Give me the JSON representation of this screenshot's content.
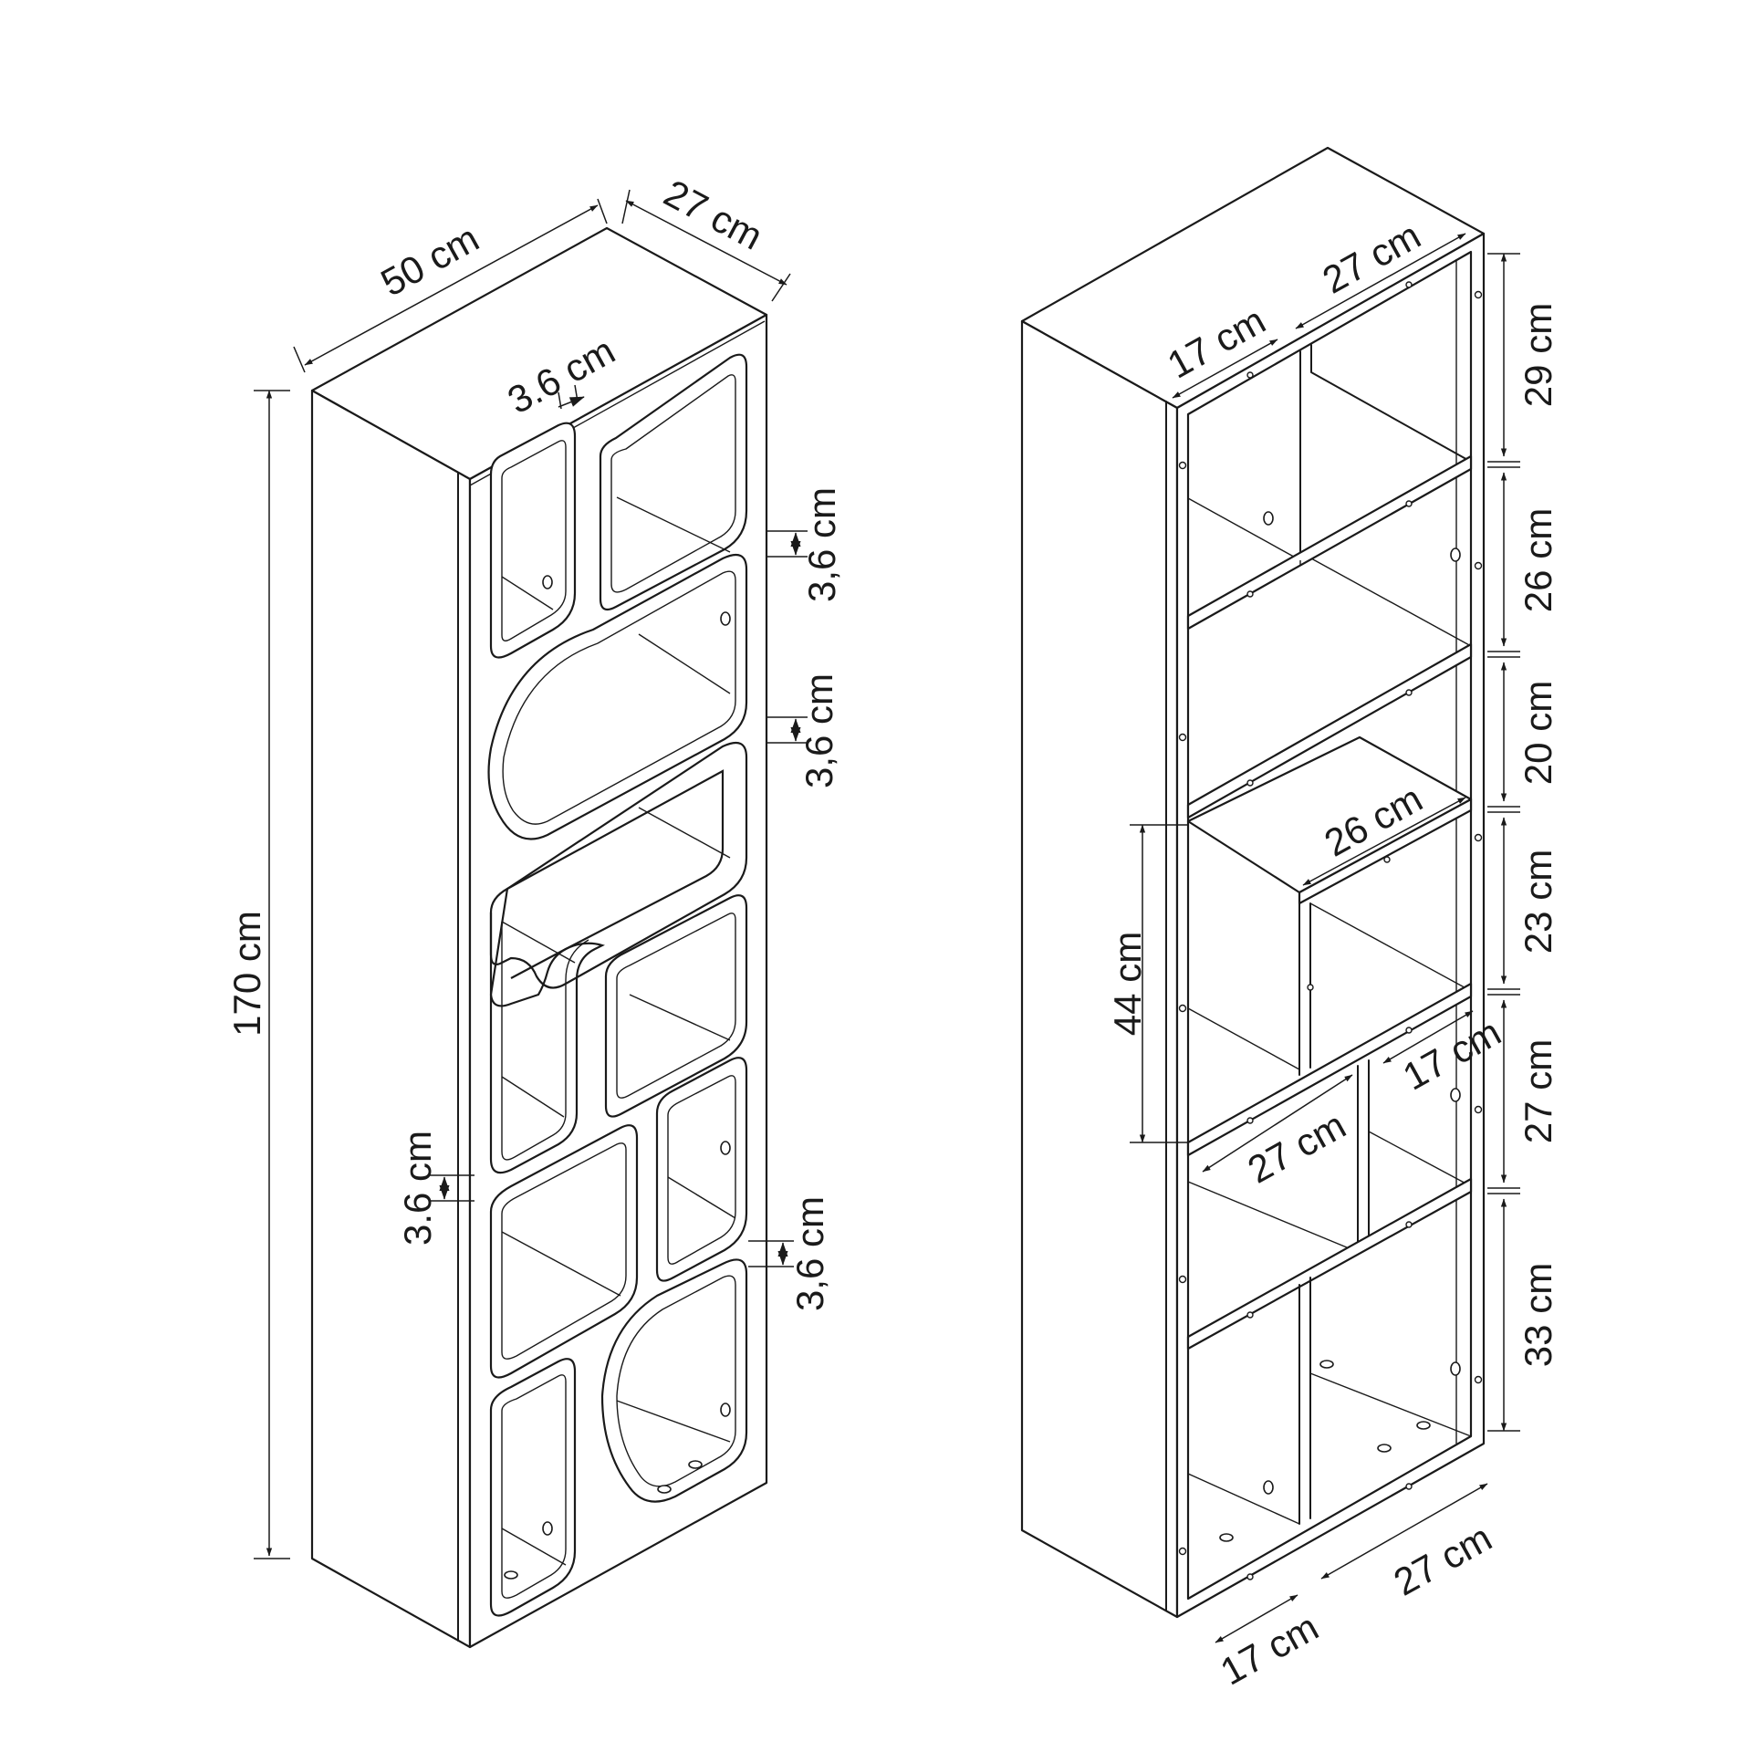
{
  "left_unit": {
    "width": "50 cm",
    "depth": "27 cm",
    "height": "170 cm",
    "panel_top": "3.6 cm",
    "gap_upper_1": "3,6 cm",
    "gap_upper_2": "3,6 cm",
    "gap_left": "3.6 cm",
    "gap_lower": "3,6 cm"
  },
  "right_unit": {
    "top_small": "17 cm",
    "top_large": "27 cm",
    "h1": "29 cm",
    "h2": "26 cm",
    "h3": "20 cm",
    "h4": "23 cm",
    "h5": "27 cm",
    "h6": "33 cm",
    "mid_shelf": "26 cm",
    "left_height": "44 cm",
    "mid_small": "17 cm",
    "mid_large": "27 cm",
    "bottom_small": "17 cm",
    "bottom_large": "27 cm"
  }
}
